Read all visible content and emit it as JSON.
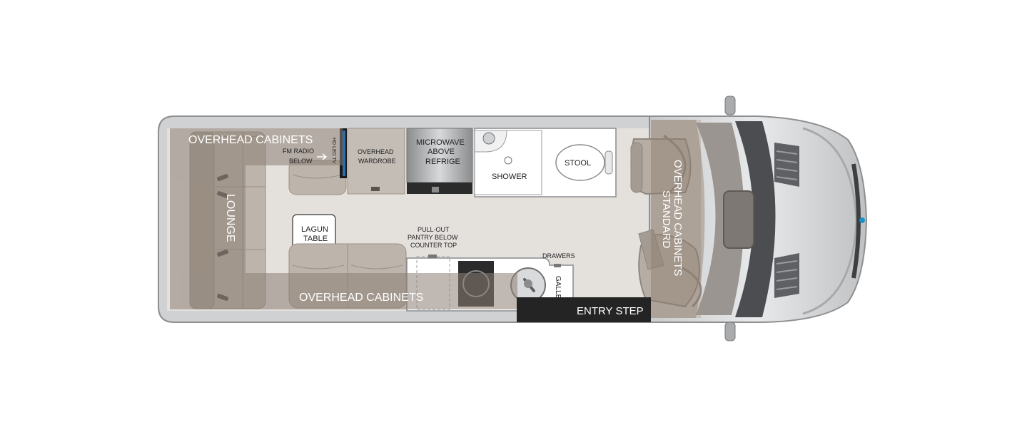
{
  "labels": {
    "overhead_top": "OVERHEAD CABINETS",
    "fm_radio_line1": "FM RADIO",
    "fm_radio_line2": "BELOW",
    "hd_led_tv": "HD LED TV",
    "wardrobe_line1": "OVERHEAD",
    "wardrobe_line2": "WARDROBE",
    "microwave_line1": "MICROWAVE",
    "microwave_line2": "ABOVE",
    "microwave_line3": "REFRIGE",
    "shower": "SHOWER",
    "stool": "STOOL",
    "lounge": "LOUNGE",
    "lagun_line1": "LAGUN",
    "lagun_line2": "TABLE",
    "pantry_line1": "PULL-OUT",
    "pantry_line2": "PANTRY BELOW",
    "pantry_line3": "COUNTER TOP",
    "drawers": "DRAWERS",
    "galley": "GALLEY",
    "overhead_bottom": "OVERHEAD CABINETS",
    "entry_step": "ENTRY STEP",
    "cab_overhead_line1": "OVERHEAD CABINETS",
    "cab_overhead_line2": "STANDARD"
  },
  "colors": {
    "floor": "#e3e0dc",
    "overhead_overlay": "#9b8f83",
    "van_body": "#d4d6d8",
    "seat": "#b9b0a7",
    "entry_step": "#2a2a2a",
    "headlight_accent": "#1d8fc7"
  }
}
